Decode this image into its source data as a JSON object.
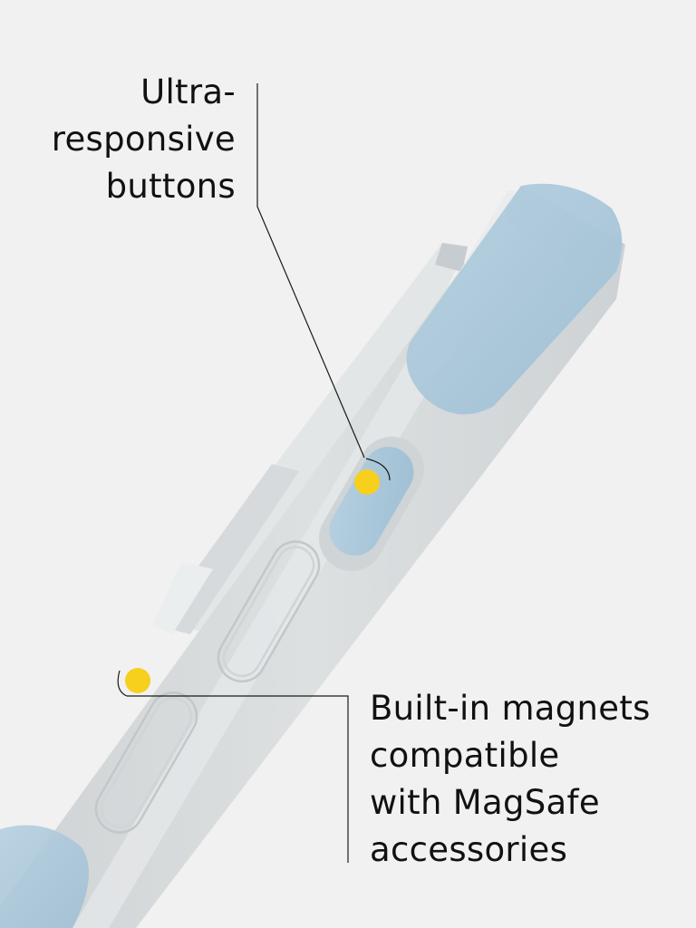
{
  "callouts": {
    "buttons": {
      "lines": [
        "Ultra-",
        "responsive",
        "buttons"
      ]
    },
    "magnets": {
      "lines": [
        "Built-in magnets",
        "compatible",
        "with MagSafe",
        "accessories"
      ]
    }
  },
  "colors": {
    "background": "#f1f1f1",
    "case_frost": "#d9dcdd",
    "case_edge": "#c9cdcf",
    "blue_tint": "#a9c7da",
    "marker": "#f7cf1d",
    "line": "#1a1a1a",
    "text": "#111111"
  }
}
